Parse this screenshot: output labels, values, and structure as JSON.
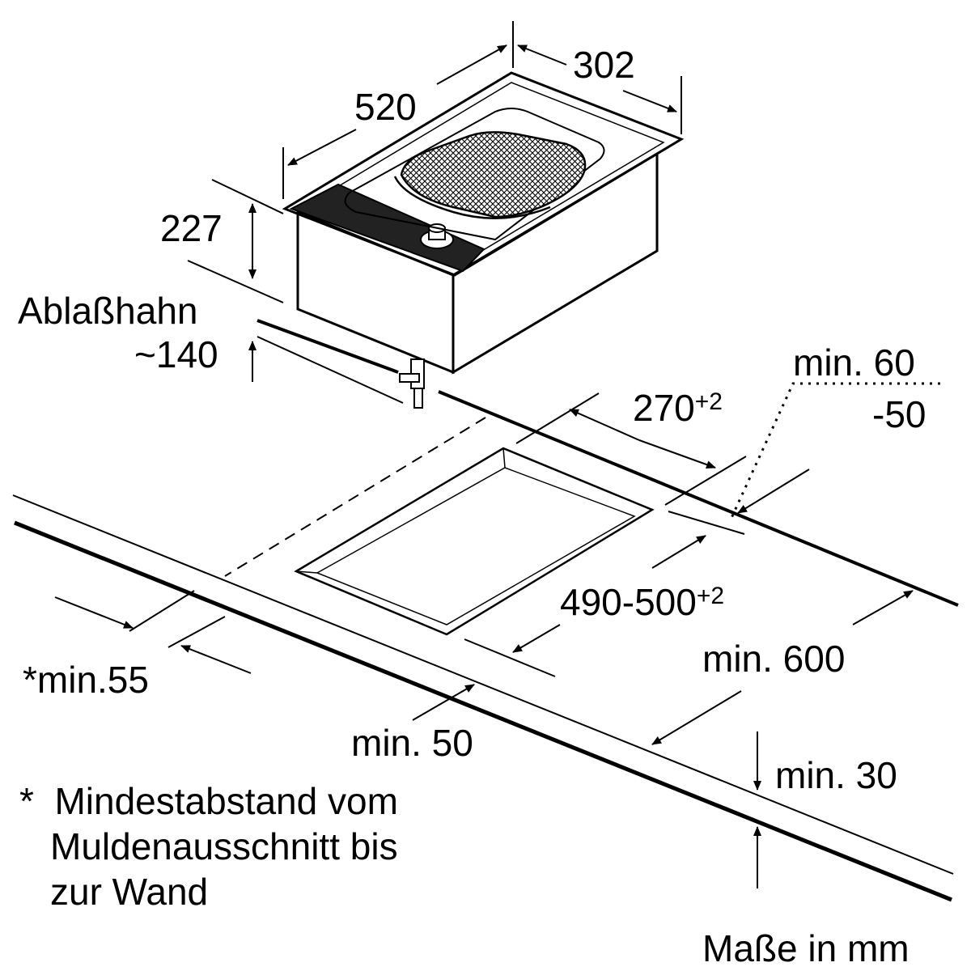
{
  "dimensions": {
    "length": "520",
    "width": "302",
    "height": "227",
    "drain_label": "Ablaßhahn",
    "drain_height": "~140",
    "top_gap_upper": "min. 60",
    "top_gap_lower": "-50",
    "cutout_width_base": "270",
    "cutout_width_tol": "+2",
    "cutout_length_base": "490-500",
    "cutout_length_tol": "+2",
    "wall_distance": "*min.55",
    "front_distance": "min. 50",
    "worktop_depth": "min. 600",
    "worktop_thickness": "min. 30"
  },
  "footnote": {
    "line1": "*  Mindestabstand vom",
    "line2": "Muldenausschnitt bis",
    "line3": "zur Wand"
  },
  "unit_note": "Maße in mm",
  "colors": {
    "line": "#000000",
    "panel": "#222222",
    "background": "#ffffff"
  }
}
